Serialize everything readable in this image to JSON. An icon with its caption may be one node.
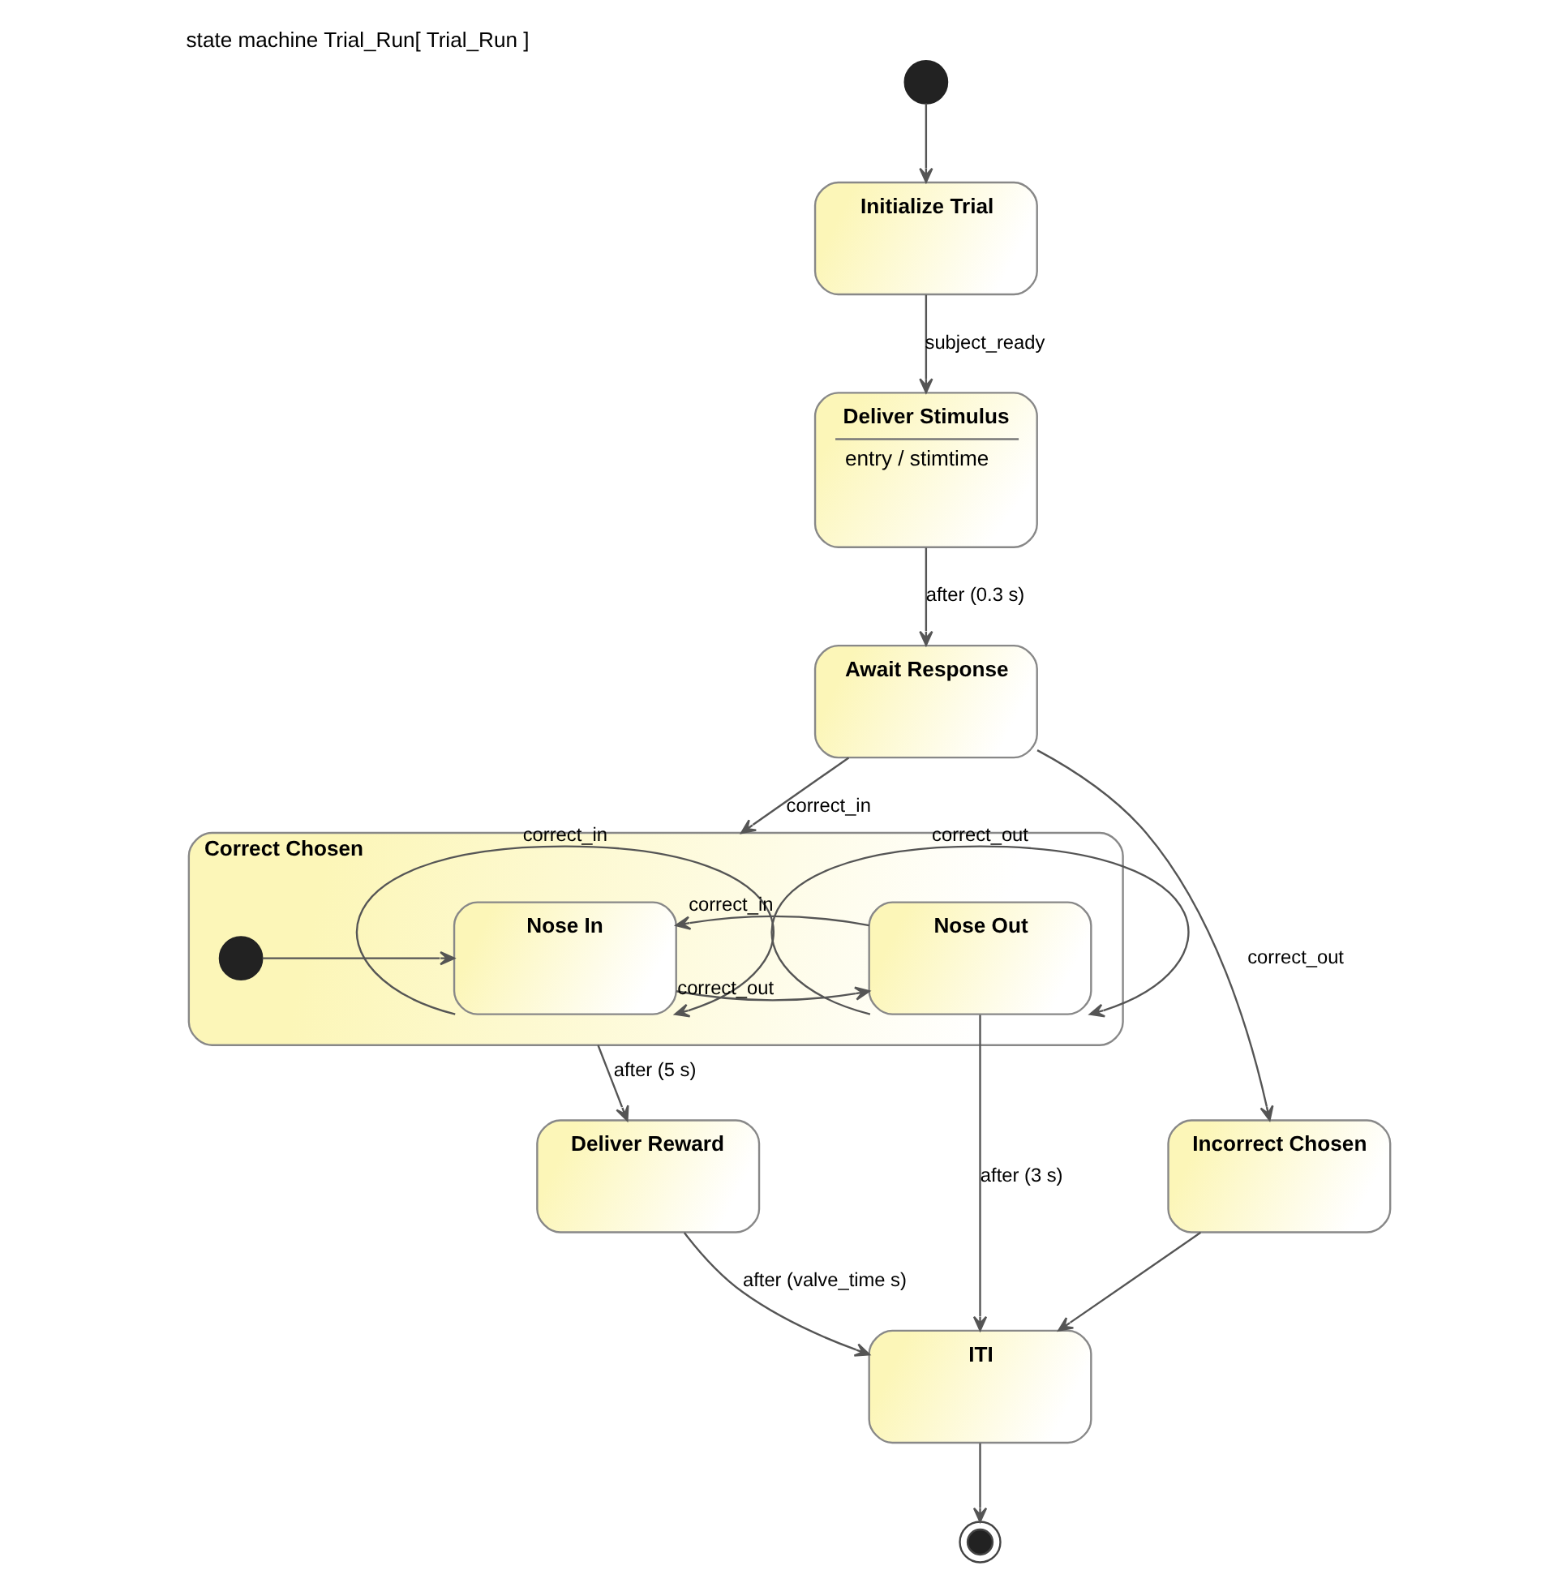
{
  "diagram": {
    "title": "state machine Trial_Run[ Trial_Run ]",
    "nodes": [
      {
        "text": [],
        "shape": "circle"
      },
      {
        "text": [
          "Initialize Trial"
        ]
      },
      {
        "text": [
          "Deliver Stimulus",
          "entry / stimtime"
        ]
      },
      {
        "text": [
          "Await Response"
        ]
      },
      {
        "text": [
          "Correct Chosen"
        ]
      },
      {
        "text": [],
        "shape": "circle",
        "in": 4
      },
      {
        "text": [
          "Nose In"
        ],
        "in": 4
      },
      {
        "text": [
          "Nose Out"
        ],
        "in": 4
      },
      {
        "text": [
          "Incorrect Chosen"
        ]
      },
      {
        "text": [
          "Deliver Reward"
        ]
      },
      {
        "text": [
          "ITI"
        ]
      },
      {
        "text": [],
        "shape": "circle"
      }
    ],
    "edges": [
      {
        "from": 0,
        "to": 1,
        "arrow": "to"
      },
      {
        "from": 1,
        "to": 2,
        "arrow": "to",
        "label": "subject_ready"
      },
      {
        "from": 2,
        "to": 3,
        "arrow": "to",
        "label": "after (0.3 s)"
      },
      {
        "from": 3,
        "to": 4,
        "arrow": "to",
        "label": "correct_in"
      },
      {
        "from": 3,
        "to": 8,
        "arrow": "to",
        "label": "correct_out"
      },
      {
        "from": 5,
        "to": 6,
        "arrow": "to"
      },
      {
        "from": 6,
        "to": 7,
        "arrow": "to",
        "label": "correct_out"
      },
      {
        "from": 7,
        "to": 6,
        "arrow": "to",
        "label": "correct_in"
      },
      {
        "from": 6,
        "to": 6,
        "arrow": "to",
        "label": "correct_in"
      },
      {
        "from": 7,
        "to": 7,
        "arrow": "to",
        "label": "correct_out"
      },
      {
        "from": 4,
        "to": 9,
        "arrow": "to",
        "label": "after (5 s)"
      },
      {
        "from": 7,
        "to": 10,
        "arrow": "to",
        "label": "after (3 s)"
      },
      {
        "from": 9,
        "to": 10,
        "arrow": "to",
        "label": "after (valve_time s)"
      },
      {
        "from": 8,
        "to": 10,
        "arrow": "to"
      },
      {
        "from": 10,
        "to": 11,
        "arrow": "to"
      }
    ]
  }
}
